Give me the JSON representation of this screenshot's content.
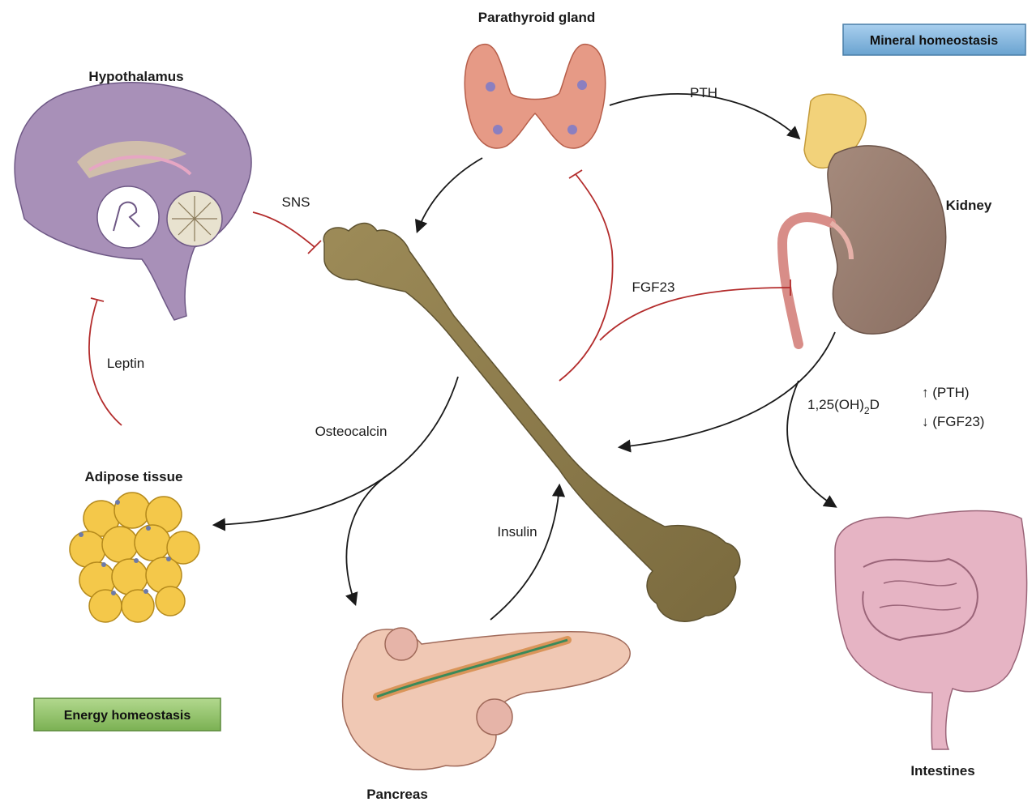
{
  "labels": {
    "parathyroid": "Parathyroid gland",
    "hypothalamus": "Hypothalamus",
    "kidney": "Kidney",
    "adipose": "Adipose tissue",
    "pancreas": "Pancreas",
    "intestines": "Intestines"
  },
  "signals": {
    "pth": "PTH",
    "sns": "SNS",
    "fgf23": "FGF23",
    "leptin": "Leptin",
    "osteocalcin": "Osteocalcin",
    "insulin": "Insulin",
    "vitd_prefix": "1,25(OH)",
    "vitd_sub": "2",
    "vitd_suffix": "D",
    "up_pth": "↑ (PTH)",
    "down_fgf23": "↓ (FGF23)"
  },
  "boxes": {
    "mineral": "Mineral homeostasis",
    "energy": "Energy homeostasis"
  },
  "colors": {
    "stimulate_arrow": "#1a1a1a",
    "inhibit_line": "#b32c2c",
    "mineral_box": "#7fb3d9",
    "energy_box": "#8fbf6a",
    "bone": "#8b7a4a"
  }
}
